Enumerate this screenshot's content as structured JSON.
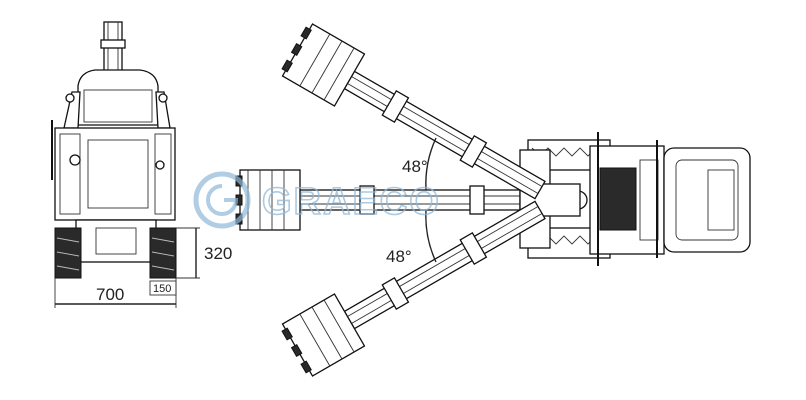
{
  "dimensions": {
    "width": "700",
    "height": "320",
    "track_width": "150"
  },
  "angles": {
    "upper": "48°",
    "lower": "48°"
  },
  "watermark": {
    "text": "GRAECO"
  },
  "colors": {
    "line": "#222222",
    "watermark": "#8fb8d8"
  }
}
